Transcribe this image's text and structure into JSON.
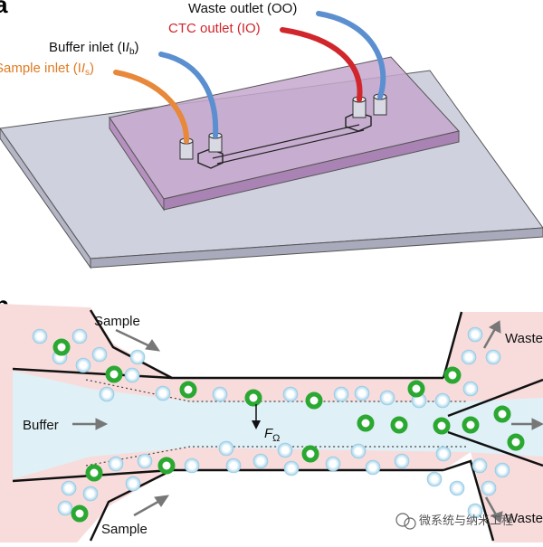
{
  "panel_a": {
    "letter": "a",
    "labels": {
      "waste_outlet": "Waste outlet (OO)",
      "ctc_outlet": "CTC outlet (IO)",
      "buffer_inlet": "Buffer inlet (I",
      "buffer_sub": "b",
      "sample_inlet": "Sample inlet (I",
      "sample_sub": "s",
      "close_paren": ")"
    },
    "colors": {
      "slide": "#c9cbd9",
      "chip": "#c4a8cc",
      "sample_tube": "#e8883a",
      "buffer_tube": "#5b8fd0",
      "ctc_tube": "#d0262c",
      "waste_tube": "#5b8fd0"
    }
  },
  "panel_b": {
    "letter": "b",
    "labels": {
      "sample_top": "Sample",
      "sample_bottom": "Sample",
      "buffer": "Buffer",
      "waste_top": "Waste",
      "waste_bottom": "Waste",
      "force": "F",
      "force_sub": "Ω"
    },
    "colors": {
      "sample_stream": "#f8dcdc",
      "buffer_stream": "#dff0f6",
      "ctc_cell": "#2aa831",
      "blood_cell": "#bfe2f0"
    }
  },
  "watermark": "微系统与纳米工程"
}
